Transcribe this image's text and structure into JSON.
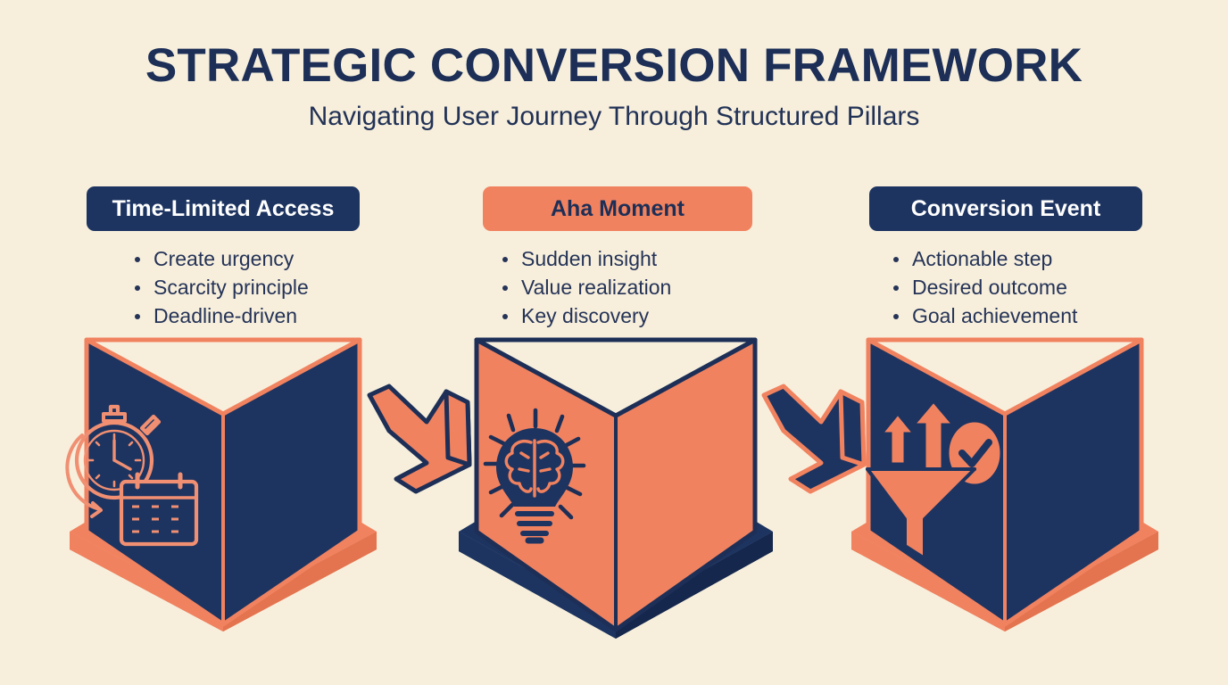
{
  "header": {
    "title": "STRATEGIC CONVERSION FRAMEWORK",
    "subtitle": "Navigating User Journey Through Structured Pillars"
  },
  "colors": {
    "background": "#f7efdc",
    "navy": "#1d3461",
    "navy_dark": "#16294d",
    "orange": "#f1825f",
    "orange_light": "#f59272",
    "text_navy": "#253357",
    "white": "#ffffff"
  },
  "pillars": [
    {
      "id": "time-limited-access",
      "badge_label": "Time-Limited Access",
      "badge_style": "navy",
      "icon": "stopwatch-calendar-icon",
      "box_fill": "navy",
      "box_stroke": "orange",
      "base_fill": "orange",
      "bullets": [
        "Create urgency",
        "Scarcity principle",
        "Deadline-driven"
      ]
    },
    {
      "id": "aha-moment",
      "badge_label": "Aha Moment",
      "badge_style": "orange",
      "icon": "lightbulb-brain-icon",
      "box_fill": "orange",
      "box_stroke": "navy",
      "base_fill": "navy",
      "bullets": [
        "Sudden insight",
        "Value realization",
        "Key discovery"
      ]
    },
    {
      "id": "conversion-event",
      "badge_label": "Conversion Event",
      "badge_style": "navy",
      "icon": "funnel-arrows-check-icon",
      "box_fill": "navy",
      "box_stroke": "orange",
      "base_fill": "orange",
      "bullets": [
        "Actionable step",
        "Desired outcome",
        "Goal achievement"
      ]
    }
  ],
  "connectors": [
    {
      "id": "arrow-1",
      "icon": "arrow-down-right-icon",
      "fill": "orange",
      "stroke": "navy",
      "direction": "down-right"
    },
    {
      "id": "arrow-2",
      "icon": "arrow-down-right-icon",
      "fill": "navy",
      "stroke": "orange",
      "direction": "down-right"
    }
  ]
}
